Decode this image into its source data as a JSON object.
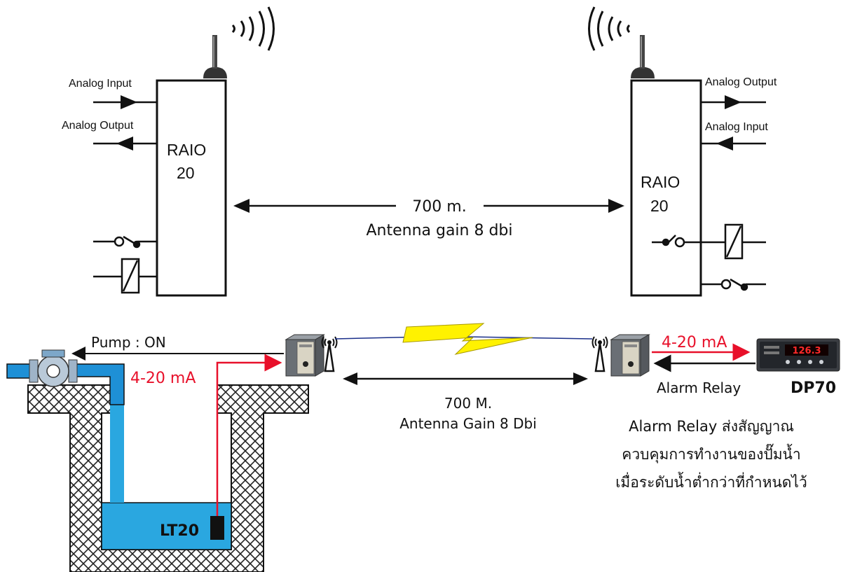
{
  "top_diagram": {
    "left_unit": {
      "name_line1": "RAIO",
      "name_line2": "20",
      "analog_input_label": "Analog Input",
      "analog_output_label": "Analog Output"
    },
    "right_unit": {
      "name_line1": "RAIO",
      "name_line2": "20",
      "analog_output_label": "Analog Output",
      "analog_input_label": "Analog Input"
    },
    "link_distance": "700 m.",
    "link_antenna": "Antenna gain 8 dbi"
  },
  "bottom_diagram": {
    "pump_status": "Pump : ON",
    "left_current_label": "4-20 mA",
    "sensor_label": "LT20",
    "link_distance": "700 M.",
    "link_antenna": "Antenna Gain 8 Dbi",
    "right_current_label": "4-20 mA",
    "alarm_relay_label": "Alarm Relay",
    "display_model": "DP70",
    "display_reading": "126.3",
    "note_line1": "Alarm Relay ส่งสัญญาณ",
    "note_line2": "ควบคุมการทำงานของปั๊มน้ำ",
    "note_line3": "เมื่อระดับน้ำต่ำกว่าที่กำหนดไว้"
  },
  "colors": {
    "water": "#2aa7e0",
    "signal_red": "#e8102a",
    "lightning_yellow": "#fff200",
    "pipe_blue": "#1e90d6",
    "display_digits": "#ff2a2a"
  }
}
